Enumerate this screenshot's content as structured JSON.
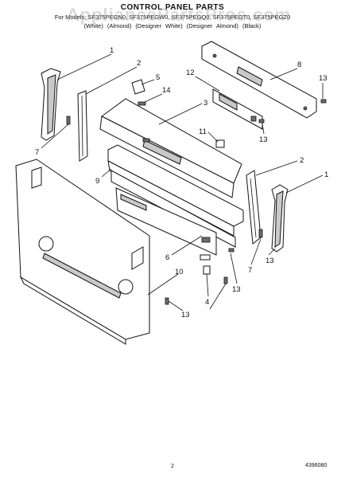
{
  "header": {
    "title": "CONTROL PANEL PARTS",
    "models": "For Models: SF375PEGN0, SF375PEGW0, SF375PEGQ0, SF375PEGT0, SF375PEGZ0",
    "colors": "(White)   (Almond)   (Designer White)   (Designer Almond)   (Black)"
  },
  "watermark": "AppliancePartsPros.com",
  "callouts": [
    "1",
    "2",
    "5",
    "14",
    "3",
    "12",
    "8",
    "13",
    "11",
    "13",
    "7",
    "9",
    "2",
    "1",
    "6",
    "7",
    "13",
    "13",
    "10",
    "4",
    "13"
  ],
  "footer": {
    "page": "2",
    "code": "4396080"
  }
}
